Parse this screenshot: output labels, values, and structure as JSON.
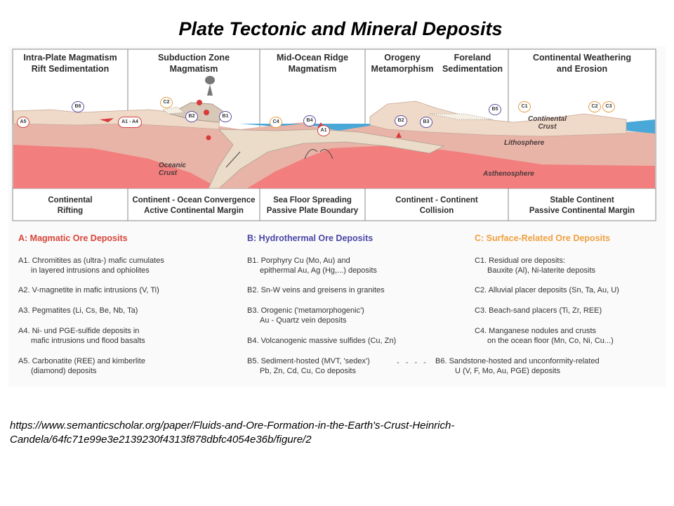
{
  "title": "Plate Tectonic and Mineral Deposits",
  "headers": [
    {
      "line1": "Intra-Plate Magmatism",
      "line2": "Rift Sedimentation"
    },
    {
      "line1": "Subduction Zone",
      "line2": "Magmatism"
    },
    {
      "line1": "Mid-Ocean Ridge",
      "line2": "Magmatism"
    },
    {
      "line1": "Orogeny",
      "line2": "Metamorphism"
    },
    {
      "line1": "Foreland",
      "line2": "Sedimentation"
    },
    {
      "line1": "Continental Weathering",
      "line2": "and Erosion"
    }
  ],
  "footers": [
    {
      "line1": "Continental",
      "line2": "Rifting"
    },
    {
      "line1": "Continent - Ocean Convergence",
      "line2": "Active Continental Margin"
    },
    {
      "line1": "Sea Floor Spreading",
      "line2": "Passive Plate Boundary"
    },
    {
      "line1": "Continent - Continent",
      "line2": "Collision"
    },
    {
      "line1": "Stable Continent",
      "line2": "Passive Continental Margin"
    }
  ],
  "diagram_labels": {
    "oceanic_crust_1": "Oceanic",
    "oceanic_crust_2": "Crust",
    "continental_crust_1": "Continental",
    "continental_crust_2": "Crust",
    "lithosphere": "Lithosphere",
    "asthenosphere": "Asthenosphere"
  },
  "badges": {
    "a5": "A5",
    "b6": "B6",
    "a1a4": "A1 - A4",
    "c2_left": "C2",
    "b2_left": "B2",
    "b1": "B1",
    "c4": "C4",
    "b4": "B4",
    "a1": "A1",
    "b2_right": "B2",
    "b3": "B3",
    "b5": "B5",
    "c1": "C1",
    "c2_right": "C2",
    "c3": "C3"
  },
  "categories": {
    "a": {
      "title": "A: Magmatic Ore Deposits",
      "items": [
        {
          "l1": "A1. Chromitites as (ultra-) mafic cumulates",
          "l2": "in layered intrusions and ophiolites"
        },
        {
          "l1": "A2. V-magnetite in mafic intrusions (V, Ti)",
          "l2": ""
        },
        {
          "l1": "A3. Pegmatites (Li, Cs, Be, Nb, Ta)",
          "l2": ""
        },
        {
          "l1": "A4. Ni- und PGE-sulfide deposits in",
          "l2": "mafic intrusions und flood basalts"
        },
        {
          "l1": "A5. Carbonatite (REE) and kimberlite",
          "l2": "(diamond) deposits"
        }
      ]
    },
    "b": {
      "title": "B: Hydrothermal Ore Deposits",
      "items": [
        {
          "l1": "B1. Porphyry Cu (Mo, Au) and",
          "l2": "epithermal Au, Ag (Hg,...) deposits"
        },
        {
          "l1": "B2. Sn-W veins and greisens in granites",
          "l2": ""
        },
        {
          "l1": "B3. Orogenic ('metamorphogenic')",
          "l2": "Au - Quartz vein deposits"
        },
        {
          "l1": "B4. Volcanogenic massive sulfides (Cu, Zn)",
          "l2": ""
        },
        {
          "l1": "B5. Sediment-hosted (MVT, 'sedex')",
          "l2": "Pb, Zn, Cd, Cu, Co deposits"
        }
      ]
    },
    "c": {
      "title": "C: Surface-Related Ore Deposits",
      "items": [
        {
          "l1": "C1. Residual ore deposits:",
          "l2": "Bauxite (Al),  Ni-laterite deposits"
        },
        {
          "l1": "C2. Alluvial placer deposits (Sn, Ta, Au, U)",
          "l2": ""
        },
        {
          "l1": "C3. Beach-sand placers (Ti, Zr, REE)",
          "l2": ""
        },
        {
          "l1": "C4. Manganese nodules and crusts",
          "l2": "on the ocean floor  (Mn, Co, Ni, Cu...)"
        },
        {
          "l1": "B6. Sandstone-hosted and unconformity-related",
          "l2": "U (V, F, Mo, Au, PGE) deposits"
        }
      ]
    }
  },
  "dash_separator": "- - - -",
  "source": "https://www.semanticscholar.org/paper/Fluids-and-Ore-Formation-in-the-Earth's-Crust-Heinrich-Candela/64fc71e99e3e2139230f4313f878dbfc4054e36b/figure/2"
}
